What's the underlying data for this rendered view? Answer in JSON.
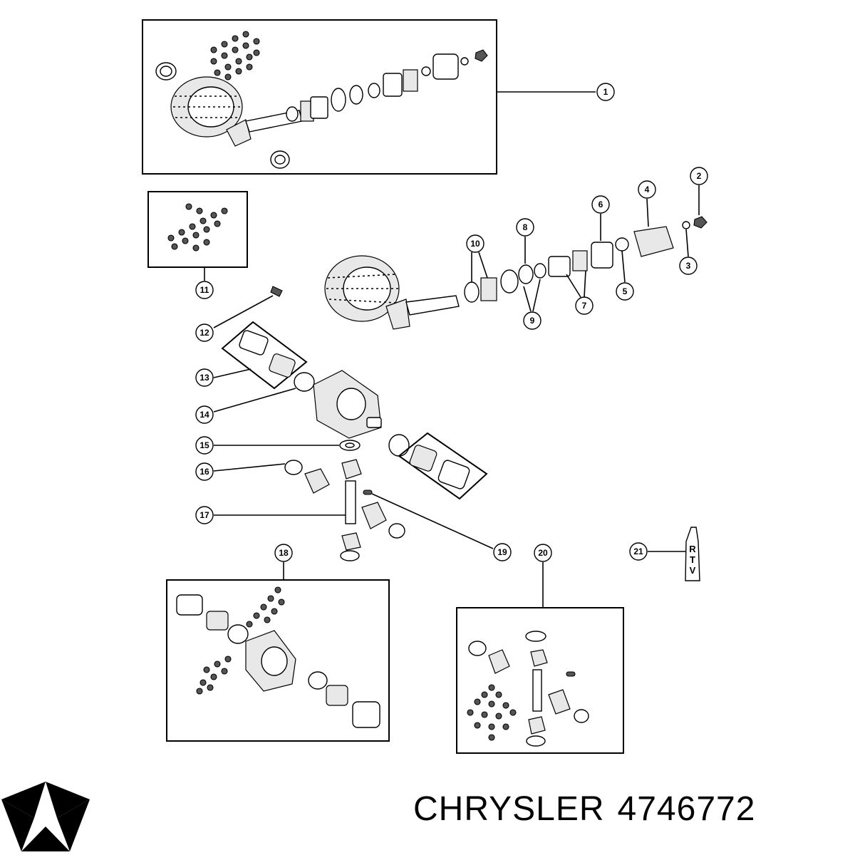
{
  "brand": {
    "name": "CHRYSLER",
    "part_number": "4746772"
  },
  "callouts": [
    "1",
    "2",
    "3",
    "4",
    "5",
    "6",
    "7",
    "8",
    "9",
    "10",
    "11",
    "12",
    "13",
    "14",
    "15",
    "16",
    "17",
    "18",
    "19",
    "20",
    "21"
  ],
  "rtv_tube_label": [
    "R",
    "T",
    "V"
  ],
  "icons": {
    "logo": "chrysler-pentastar-logo"
  }
}
